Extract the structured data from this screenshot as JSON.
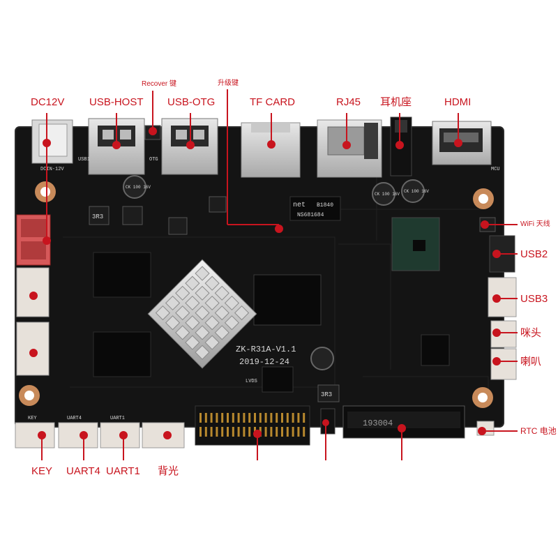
{
  "board": {
    "model_silk": "ZK-R31A-V1.1",
    "date_silk": "2019-12-24",
    "module_chip_text": "193004",
    "eth_chip_brand": "net",
    "eth_chip_line1": "B1840",
    "eth_chip_line2": "NS681684",
    "cap_text_1": "CK 100 16V",
    "cap_text_2": "CK 100 16V",
    "cap_text_3": "CK 100 16V",
    "inductor_1": "3R3",
    "inductor_2": "3R3",
    "lvds_silk": "LVDS",
    "dcin_silk": "DCIN-12V",
    "usb1_silk": "USB1",
    "otg_silk": "OTG",
    "mcu_silk": "MCU",
    "uart4_silk": "UART4",
    "uart1_silk": "UART1",
    "key_silk": "KEY"
  },
  "labels": {
    "dc12v": "DC12V",
    "usb_host": "USB-HOST",
    "recover": "Recover 键",
    "usb_otg": "USB-OTG",
    "upgrade": "升级键",
    "tf_card": "TF CARD",
    "rj45": "RJ45",
    "earphone": "耳机座",
    "hdmi": "HDMI",
    "wifi": "WiFi 天线",
    "usb2": "USB2",
    "usb3": "USB3",
    "mic": "咪头",
    "speaker": "喇叭",
    "rtc": "RTC 电池",
    "key": "KEY",
    "uart4": "UART4",
    "uart1": "UART1",
    "backlight": "背光"
  },
  "colors": {
    "accent": "#c8141e",
    "pcb": "#151515"
  }
}
